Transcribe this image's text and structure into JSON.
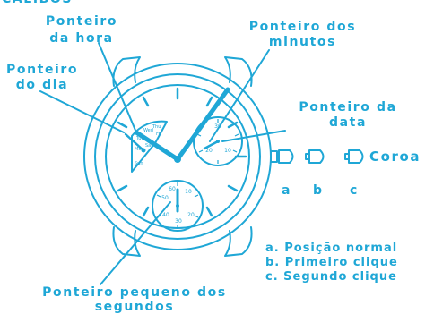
{
  "header_fragment": "CALIBOS",
  "labels": {
    "hour_hand": "Ponteiro da hora",
    "minute_hand": "Ponteiro dos minutos",
    "day_hand": "Ponteiro do dia",
    "date_hand": "Ponteiro da data",
    "small_second_hand": "Ponteiro pequeno dos segundos",
    "crown": "Coroa"
  },
  "crown_positions": [
    "a",
    "b",
    "c"
  ],
  "notes": [
    "a. Posição normal",
    "b. Primeiro clique",
    "c. Segundo clique"
  ],
  "subdial_scales": {
    "seconds": [
      "10",
      "20",
      "30",
      "40",
      "50",
      "60"
    ],
    "date": [
      "10",
      "20",
      "30"
    ],
    "day": [
      "Sun",
      "Mon",
      "Tue",
      "Wed",
      "Thu",
      "Fri",
      "Sat"
    ]
  },
  "colors": {
    "line": "#1fa7d6",
    "background": "#ffffff"
  }
}
